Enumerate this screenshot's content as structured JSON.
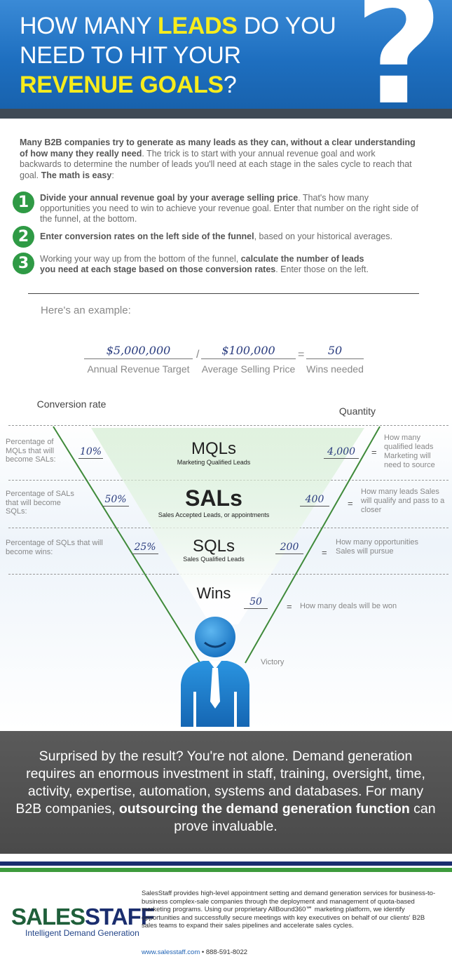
{
  "header": {
    "title_parts": [
      "HOW MANY ",
      "LEADS",
      " DO YOU NEED TO HIT YOUR ",
      "REVENUE GOALS",
      "?"
    ],
    "icon": "question-mark-icon"
  },
  "intro": {
    "bold1": "Many B2B companies try to generate as many leads as they can, without a clear understanding of how many they really need",
    "text1": ". The trick is to start with your annual revenue goal and work backwards to determine the number of leads you'll need at each stage in the sales cycle to reach that goal. ",
    "bold2": "The math is easy",
    "text2": ":"
  },
  "steps": [
    {
      "num": "1",
      "bold": "Divide your annual revenue goal by your average selling price",
      "text": ". That's how many opportunities you need to win to achieve your revenue goal. Enter that number on the right side of the funnel, at the bottom."
    },
    {
      "num": "2",
      "bold": "Enter conversion rates on the left side of the funnel",
      "text": ", based on your historical averages."
    },
    {
      "num": "3",
      "pre": "Working your way up from the bottom of the funnel, ",
      "bold": "calculate the number of leads you need at each stage based on those conversion rates",
      "text": ". Enter those on the left."
    }
  ],
  "example": {
    "label": "Here's an example:",
    "revenue_value": "$5,000,000",
    "revenue_label": "Annual Revenue Target",
    "divide_op": "/",
    "asp_value": "$100,000",
    "asp_label": "Average Selling Price",
    "equals_op": "=",
    "wins_value": "50",
    "wins_label": "Wins needed"
  },
  "funnel": {
    "left_header": "Conversion rate",
    "right_header": "Quantity",
    "stages": [
      {
        "name": "MQLs",
        "sub": "Marketing Qualified Leads",
        "left_desc": "Percentage of MQLs that will become SALs:",
        "rate": "10%",
        "qty": "4,000",
        "right_desc": "How many qualified leads Marketing will need to source"
      },
      {
        "name": "SALs",
        "sub": "Sales Accepted Leads, or appointments",
        "left_desc": "Percentage of SALs that will become SQLs:",
        "rate": "50%",
        "qty": "400",
        "right_desc": "How many leads Sales will qualify and pass to a closer"
      },
      {
        "name": "SQLs",
        "sub": "Sales Qualified Leads",
        "left_desc": "Percentage of SQLs that will become wins:",
        "rate": "25%",
        "qty": "200",
        "right_desc": "How many opportunities Sales will pursue"
      },
      {
        "name": "Wins",
        "qty": "50",
        "right_desc": "How many deals will be won"
      }
    ],
    "equals": "=",
    "victory": "Victory",
    "figure_icon": "businessman-icon"
  },
  "callout": {
    "text": "Surprised by the result? You're not alone. Demand generation requires an enormous investment in staff, training, oversight, time, activity, expertise, automation, systems and databases. For many B2B companies, ",
    "bold": "outsourcing the demand generation function",
    "tail": " can prove invaluable."
  },
  "footer": {
    "logo_sales": "SALES",
    "logo_staff": "STAFF",
    "tagline": "Intelligent Demand Generation",
    "description": "SalesStaff provides high-level appointment setting and demand generation services for business-to-business complex-sale companies through the deployment and management of quota-based marketing programs. Using our proprietary AllBound360℠ marketing platform, we identify opportunities and successfully secure meetings with key executives on behalf of our clients' B2B sales teams to expand their sales pipelines and accelerate sales cycles.",
    "url": "www.salesstaff.com",
    "separator": "•",
    "phone": "888-591-8022"
  },
  "colors": {
    "header_blue": "#1e6fc0",
    "highlight_yellow": "#f7ec1c",
    "step_green": "#2f9a45",
    "funnel_green": "#3f8a3a",
    "figure_blue": "#1e88d8",
    "footer_navy": "#1a2d6e",
    "footer_green": "#3d9b3c"
  }
}
